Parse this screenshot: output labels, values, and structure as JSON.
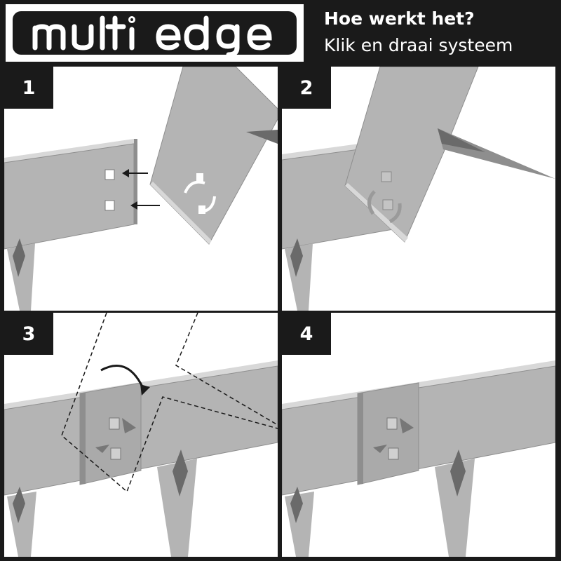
{
  "header": {
    "logo_text": "multi edge",
    "title": "Hoe werkt het?",
    "subtitle": "Klik en draai systeem"
  },
  "steps": [
    {
      "number": "1"
    },
    {
      "number": "2"
    },
    {
      "number": "3"
    },
    {
      "number": "4"
    }
  ],
  "colors": {
    "frame": "#1a1a1a",
    "metal_face": "#b4b4b4",
    "metal_top": "#d8d8d8",
    "metal_edge": "#8e8e8e",
    "spike_dark": "#6a6a6a"
  }
}
